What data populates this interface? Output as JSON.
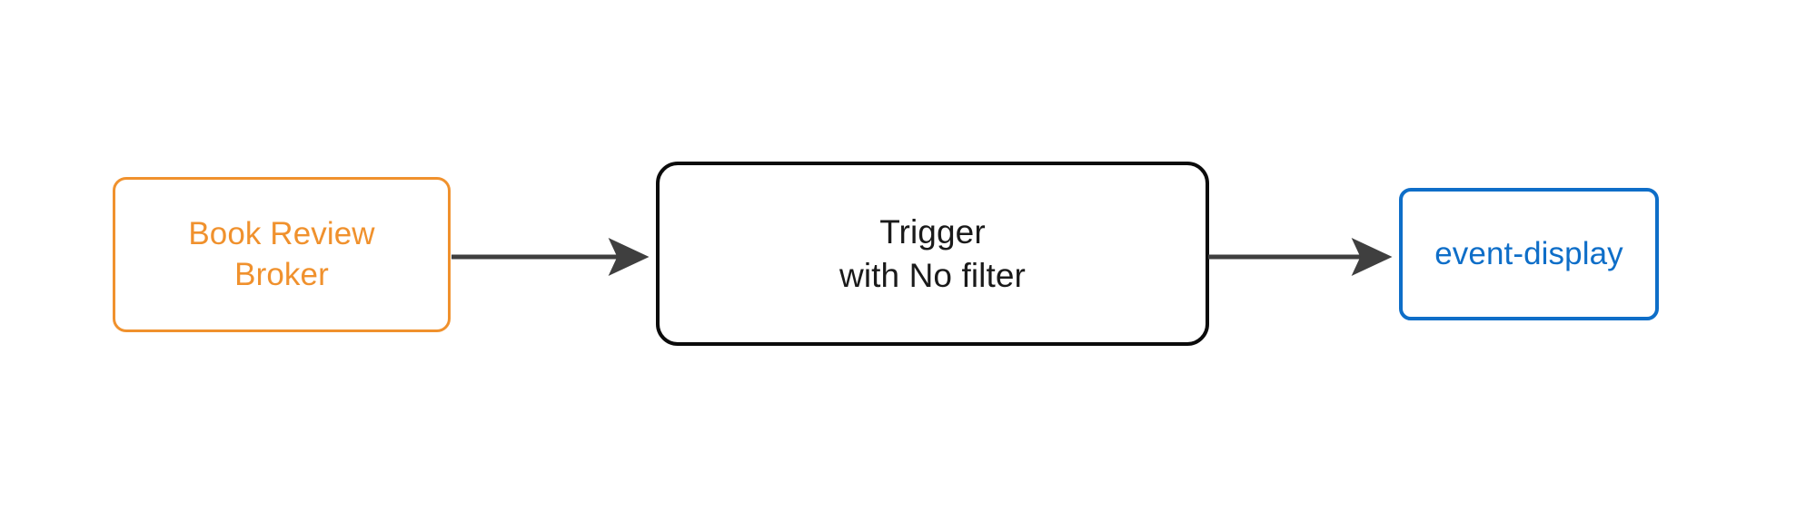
{
  "diagram": {
    "type": "flow",
    "orientation": "left-to-right",
    "background_color": "#ffffff",
    "nodes": [
      {
        "id": "source",
        "label": "Book Review\nBroker",
        "label_lines": [
          "Book Review",
          "Broker"
        ],
        "role": "broker",
        "border_color": "#f0912d",
        "text_color": "#f0912d",
        "fill_color": "#ffffff",
        "shape": "rounded-rectangle"
      },
      {
        "id": "trigger",
        "label": "Trigger\nwith No filter",
        "label_lines": [
          "Trigger",
          "with No filter"
        ],
        "role": "trigger",
        "border_color": "#0b0b0b",
        "text_color": "#1a1a1a",
        "fill_color": "#ffffff",
        "shape": "rounded-rectangle"
      },
      {
        "id": "sink",
        "label": "event-display",
        "label_lines": [
          "event-display"
        ],
        "role": "sink-service",
        "border_color": "#0e6ec8",
        "text_color": "#0e6ec8",
        "fill_color": "#ffffff",
        "shape": "rounded-rectangle"
      }
    ],
    "edges": [
      {
        "id": "edge-source-trigger",
        "from": "source",
        "to": "trigger",
        "label": "",
        "color": "#3f3f3f",
        "arrowhead": "filled-triangle"
      },
      {
        "id": "edge-trigger-sink",
        "from": "trigger",
        "to": "sink",
        "label": "",
        "color": "#3f3f3f",
        "arrowhead": "filled-triangle"
      }
    ]
  }
}
